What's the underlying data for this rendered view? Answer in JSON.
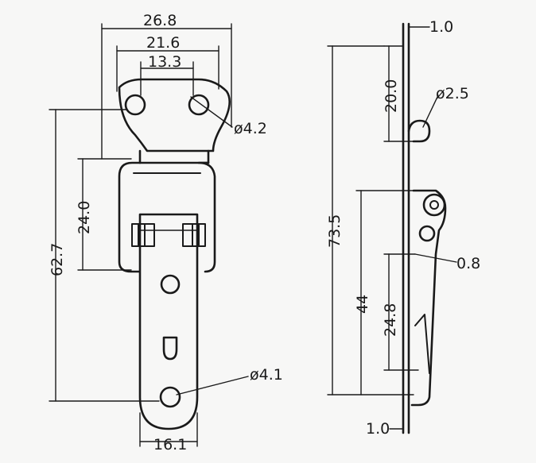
{
  "front_view": {
    "dim_width_overall": "26.8",
    "dim_hole_span_outer": "21.6",
    "dim_hole_spacing": "13.3",
    "dim_hole_top": "ø4.2",
    "dim_loop_height": "24.0",
    "dim_total_height": "62.7",
    "dim_hole_bottom": "ø4.1",
    "dim_strap_width": "16.1"
  },
  "side_view": {
    "dim_thickness_top": "1.0",
    "dim_hook_height": "20.0",
    "dim_hook_radius": "ø2.5",
    "dim_overall_length": "73.5",
    "dim_plate_thickness": "0.8",
    "dim_lever_length": "44",
    "dim_slot_length": "24.8",
    "dim_thickness_bottom": "1.0"
  }
}
